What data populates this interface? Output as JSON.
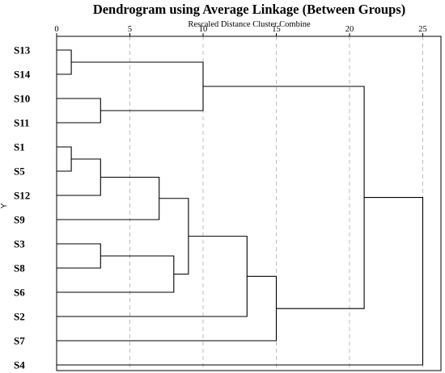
{
  "chart_data": {
    "type": "dendrogram",
    "title": "Dendrogram using Average Linkage (Between Groups)",
    "xlabel": "Rescaled Distance Cluster Combine",
    "ylabel": "Y",
    "xlim": [
      0,
      26
    ],
    "xticks": [
      0,
      5,
      10,
      15,
      20,
      25
    ],
    "grid": true,
    "leaves": [
      "S13",
      "S14",
      "S10",
      "S11",
      "S1",
      "S5",
      "S12",
      "S9",
      "S3",
      "S8",
      "S6",
      "S2",
      "S7",
      "S4"
    ],
    "merges": [
      {
        "left": "S13",
        "right": "S14",
        "distance": 1
      },
      {
        "left": "S1",
        "right": "S5",
        "distance": 1
      },
      {
        "left": "S10",
        "right": "S11",
        "distance": 3
      },
      {
        "left": "S1+S5",
        "right": "S12",
        "distance": 3
      },
      {
        "left": "S3",
        "right": "S8",
        "distance": 3
      },
      {
        "left": "S1+S5+S12",
        "right": "S9",
        "distance": 7
      },
      {
        "left": "S3+S8",
        "right": "S6",
        "distance": 8
      },
      {
        "left": "S1+S5+S12+S9",
        "right": "S3+S8+S6",
        "distance": 9
      },
      {
        "left": "S13+S14",
        "right": "S10+S11",
        "distance": 10
      },
      {
        "left": "S1+S5+S12+S9+S3+S8+S6",
        "right": "S2",
        "distance": 13
      },
      {
        "left": "S1+S5+S12+S9+S3+S8+S6+S2",
        "right": "S7",
        "distance": 15
      },
      {
        "left": "S13+S14+S10+S11",
        "right": "S1+S5+S12+S9+S3+S8+S6+S2+S7",
        "distance": 21
      },
      {
        "left": "S13+S14+S10+S11+S1+S5+S12+S9+S3+S8+S6+S2+S7",
        "right": "S4",
        "distance": 25
      }
    ]
  }
}
